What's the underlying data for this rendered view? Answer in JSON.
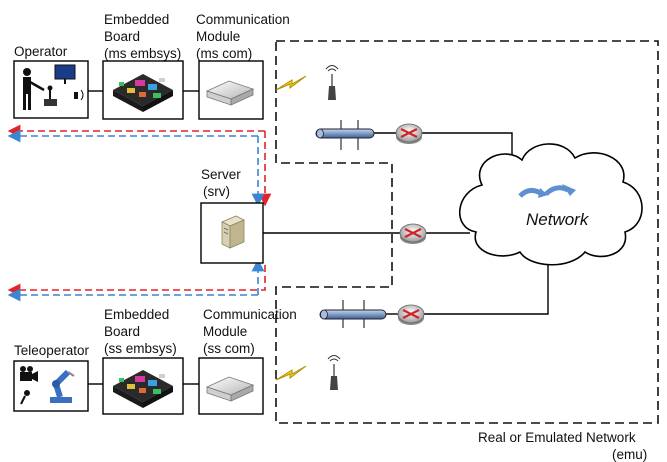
{
  "operator": {
    "title": "Operator",
    "board_label_1": "Embedded",
    "board_label_2": "Board",
    "board_label_3": "(ms embsys)",
    "comm_label_1": "Communication",
    "comm_label_2": "Module",
    "comm_label_3": "(ms com)"
  },
  "server": {
    "title": "Server",
    "subtitle": "(srv)"
  },
  "teleoperator": {
    "title": "Teleoperator",
    "board_label_1": "Embedded",
    "board_label_2": "Board",
    "board_label_3": "(ss embsys)",
    "comm_label_1": "Communication",
    "comm_label_2": "Module",
    "comm_label_3": "(ss com)"
  },
  "network": {
    "cloud_label": "Network",
    "region_label_1": "Real or Emulated Network",
    "region_label_2": "(emu)"
  },
  "colors": {
    "arrow_red": "#e0242b",
    "arrow_blue": "#3a86d0",
    "link": "#000000"
  }
}
